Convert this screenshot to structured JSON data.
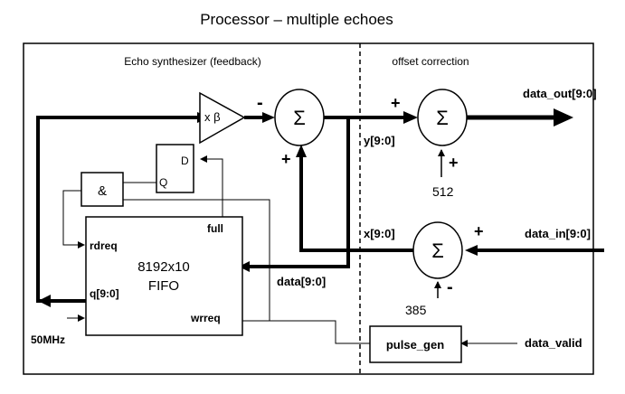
{
  "title": "Processor – multiple echoes",
  "regions": {
    "echo_label": "Echo synthesizer (feedback)",
    "offset_label": "offset correction"
  },
  "blocks": {
    "fifo_line1": "8192x10",
    "fifo_line2": "FIFO",
    "fifo_rdreq": "rdreq",
    "fifo_q": "q[9:0]",
    "fifo_full": "full",
    "fifo_wrreq": "wrreq",
    "dff_d": "D",
    "dff_q": "Q",
    "and_gate": "&",
    "multiplier": "x β",
    "pulse_gen": "pulse_gen",
    "sigma": "Σ"
  },
  "signals": {
    "data_out": "data_out[9:0]",
    "data_in": "data_in[9:0]",
    "data_valid": "data_valid",
    "clk": "50MHz",
    "y": "y[9:0]",
    "x": "x[9:0]",
    "data": "data[9:0]",
    "const_512": "512",
    "const_385": "385"
  },
  "signs": {
    "minus": "-",
    "plus": "+"
  }
}
